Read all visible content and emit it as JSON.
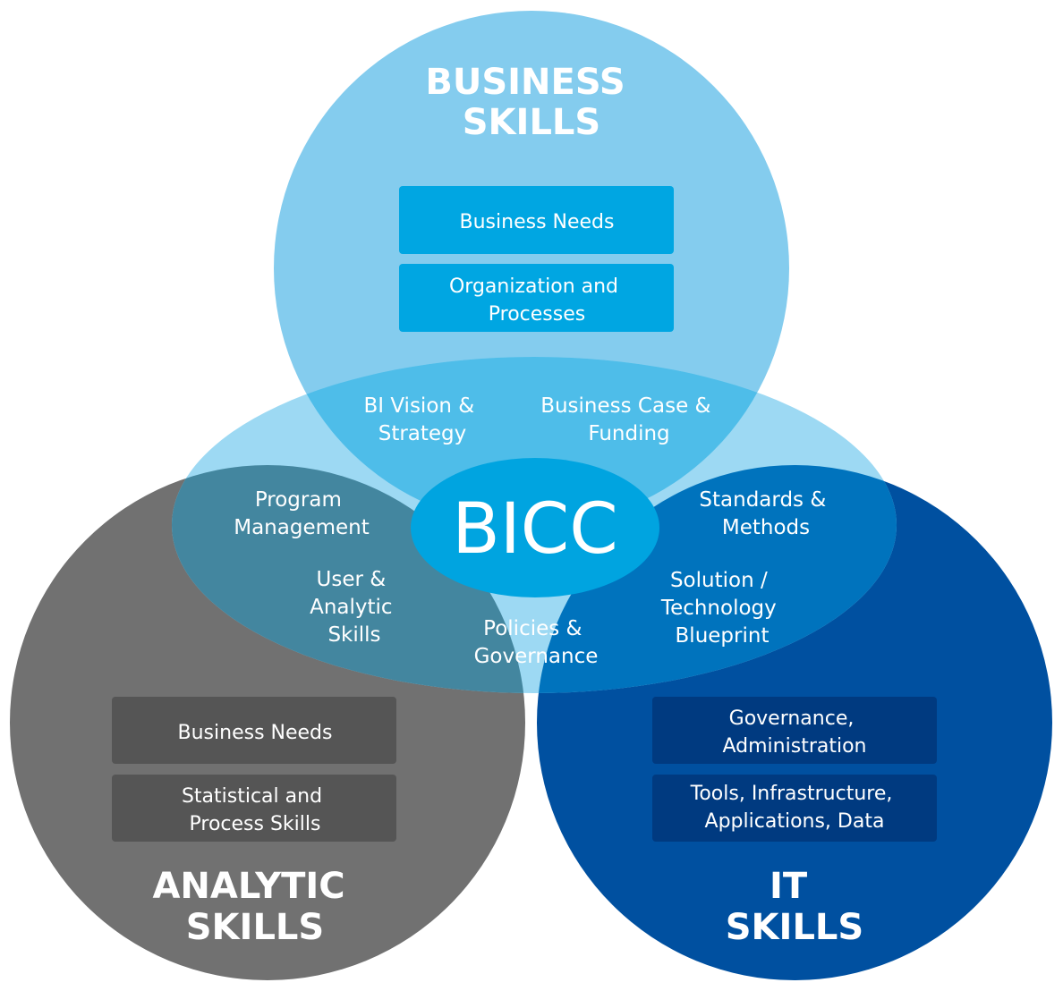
{
  "colors": {
    "business": "#84ccee",
    "analytic": "#717171",
    "it": "#0050a0",
    "ellipse": "#9dd9f3",
    "business_overlap": "#4ebde9",
    "analytic_overlap": "#43869f",
    "it_overlap": "#0073bd",
    "bicc": "#00a4e0",
    "business_box": "#00a6e2",
    "analytic_box": "#555555",
    "it_box": "#003a80"
  },
  "business": {
    "title": [
      "BUSINESS",
      "SKILLS"
    ],
    "boxes": [
      [
        "Business Needs"
      ],
      [
        "Organization and",
        "Processes"
      ]
    ]
  },
  "analytic": {
    "title": [
      "ANALYTIC",
      "SKILLS"
    ],
    "boxes": [
      [
        "Business Needs"
      ],
      [
        "Statistical and",
        "Process Skills"
      ]
    ]
  },
  "it": {
    "title": [
      "IT",
      "SKILLS"
    ],
    "boxes": [
      [
        "Governance,",
        "Administration"
      ],
      [
        "Tools, Infrastructure,",
        "Applications, Data"
      ]
    ]
  },
  "center": {
    "label": "BICC",
    "areas": {
      "bi_vision": [
        "BI Vision &",
        "Strategy"
      ],
      "business_case": [
        "Business Case &",
        "Funding"
      ],
      "program": [
        "Program",
        "Management"
      ],
      "user_analytic": [
        "User &",
        "Analytic",
        "Skills"
      ],
      "standards": [
        "Standards &",
        "Methods"
      ],
      "solution": [
        "Solution /",
        "Technology",
        "Blueprint"
      ],
      "policies": [
        "Policies &",
        "Governance"
      ]
    }
  }
}
